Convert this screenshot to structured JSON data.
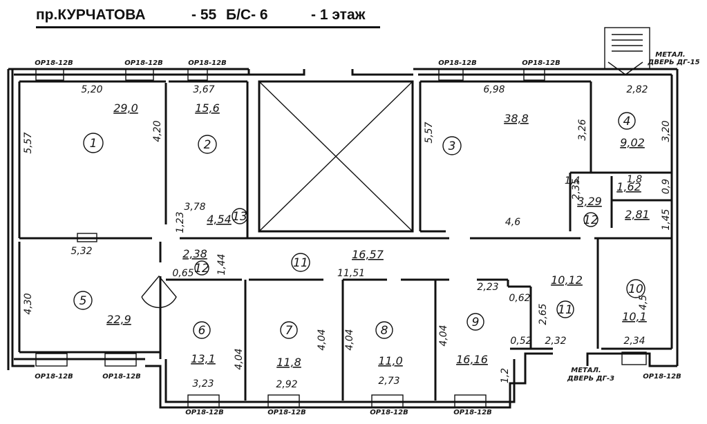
{
  "header": {
    "street": "пр.КУРЧАТОВА",
    "house": "- 55",
    "building": "Б/С- 6",
    "floor": "- 1 этаж"
  },
  "rooms": [
    {
      "number": "1",
      "area": "29,0"
    },
    {
      "number": "2",
      "area": "15,6"
    },
    {
      "number": "3",
      "area": "38,8"
    },
    {
      "number": "4",
      "area": "9,02"
    },
    {
      "number": "5",
      "area": "22,9"
    },
    {
      "number": "6",
      "area": "13,1"
    },
    {
      "number": "7",
      "area": "11,8"
    },
    {
      "number": "8",
      "area": "11,0"
    },
    {
      "number": "9",
      "area": "16,16"
    },
    {
      "number": "10",
      "area": "10,1"
    },
    {
      "number": "11",
      "area": "16,57"
    },
    {
      "number": "11",
      "area": "10,12"
    },
    {
      "number": "12",
      "area": "2,38"
    },
    {
      "number": "12",
      "area": "3,29"
    },
    {
      "number": "13",
      "area": "4,54"
    }
  ],
  "small_areas": [
    "1,62",
    "2,81"
  ],
  "dimensions": [
    "5,20",
    "3,67",
    "5,57",
    "4,20",
    "3,78",
    "1,23",
    "6,98",
    "2,82",
    "5,57",
    "3,26",
    "3,20",
    "1,4",
    "1,8",
    "0,9",
    "2,35",
    "4,6",
    "1,45",
    "5,32",
    "4,30",
    "1,44",
    "0,65",
    "11,51",
    "2,23",
    "0,62",
    "2,65",
    "0,52",
    "2,32",
    "4,5",
    "2,34",
    "4,04",
    "4,04",
    "4,04",
    "4,04",
    "3,23",
    "2,92",
    "2,73",
    "1,2"
  ],
  "windows": [
    "ОР18-12В",
    "ОР18-12В",
    "ОР18-12В",
    "ОР18-12В",
    "ОР18-12В",
    "ОР18-12В",
    "ОР18-12В",
    "ОР18-12В",
    "ОР18-12В",
    "ОР18-12В",
    "ОР18-12В"
  ],
  "doors": {
    "top_label_1": "МЕТАЛ.",
    "top_label_2": "ДВЕРЬ ДГ-15",
    "bottom_label_1": "МЕТАЛ.",
    "bottom_label_2": "ДВЕРЬ ДГ-3"
  }
}
